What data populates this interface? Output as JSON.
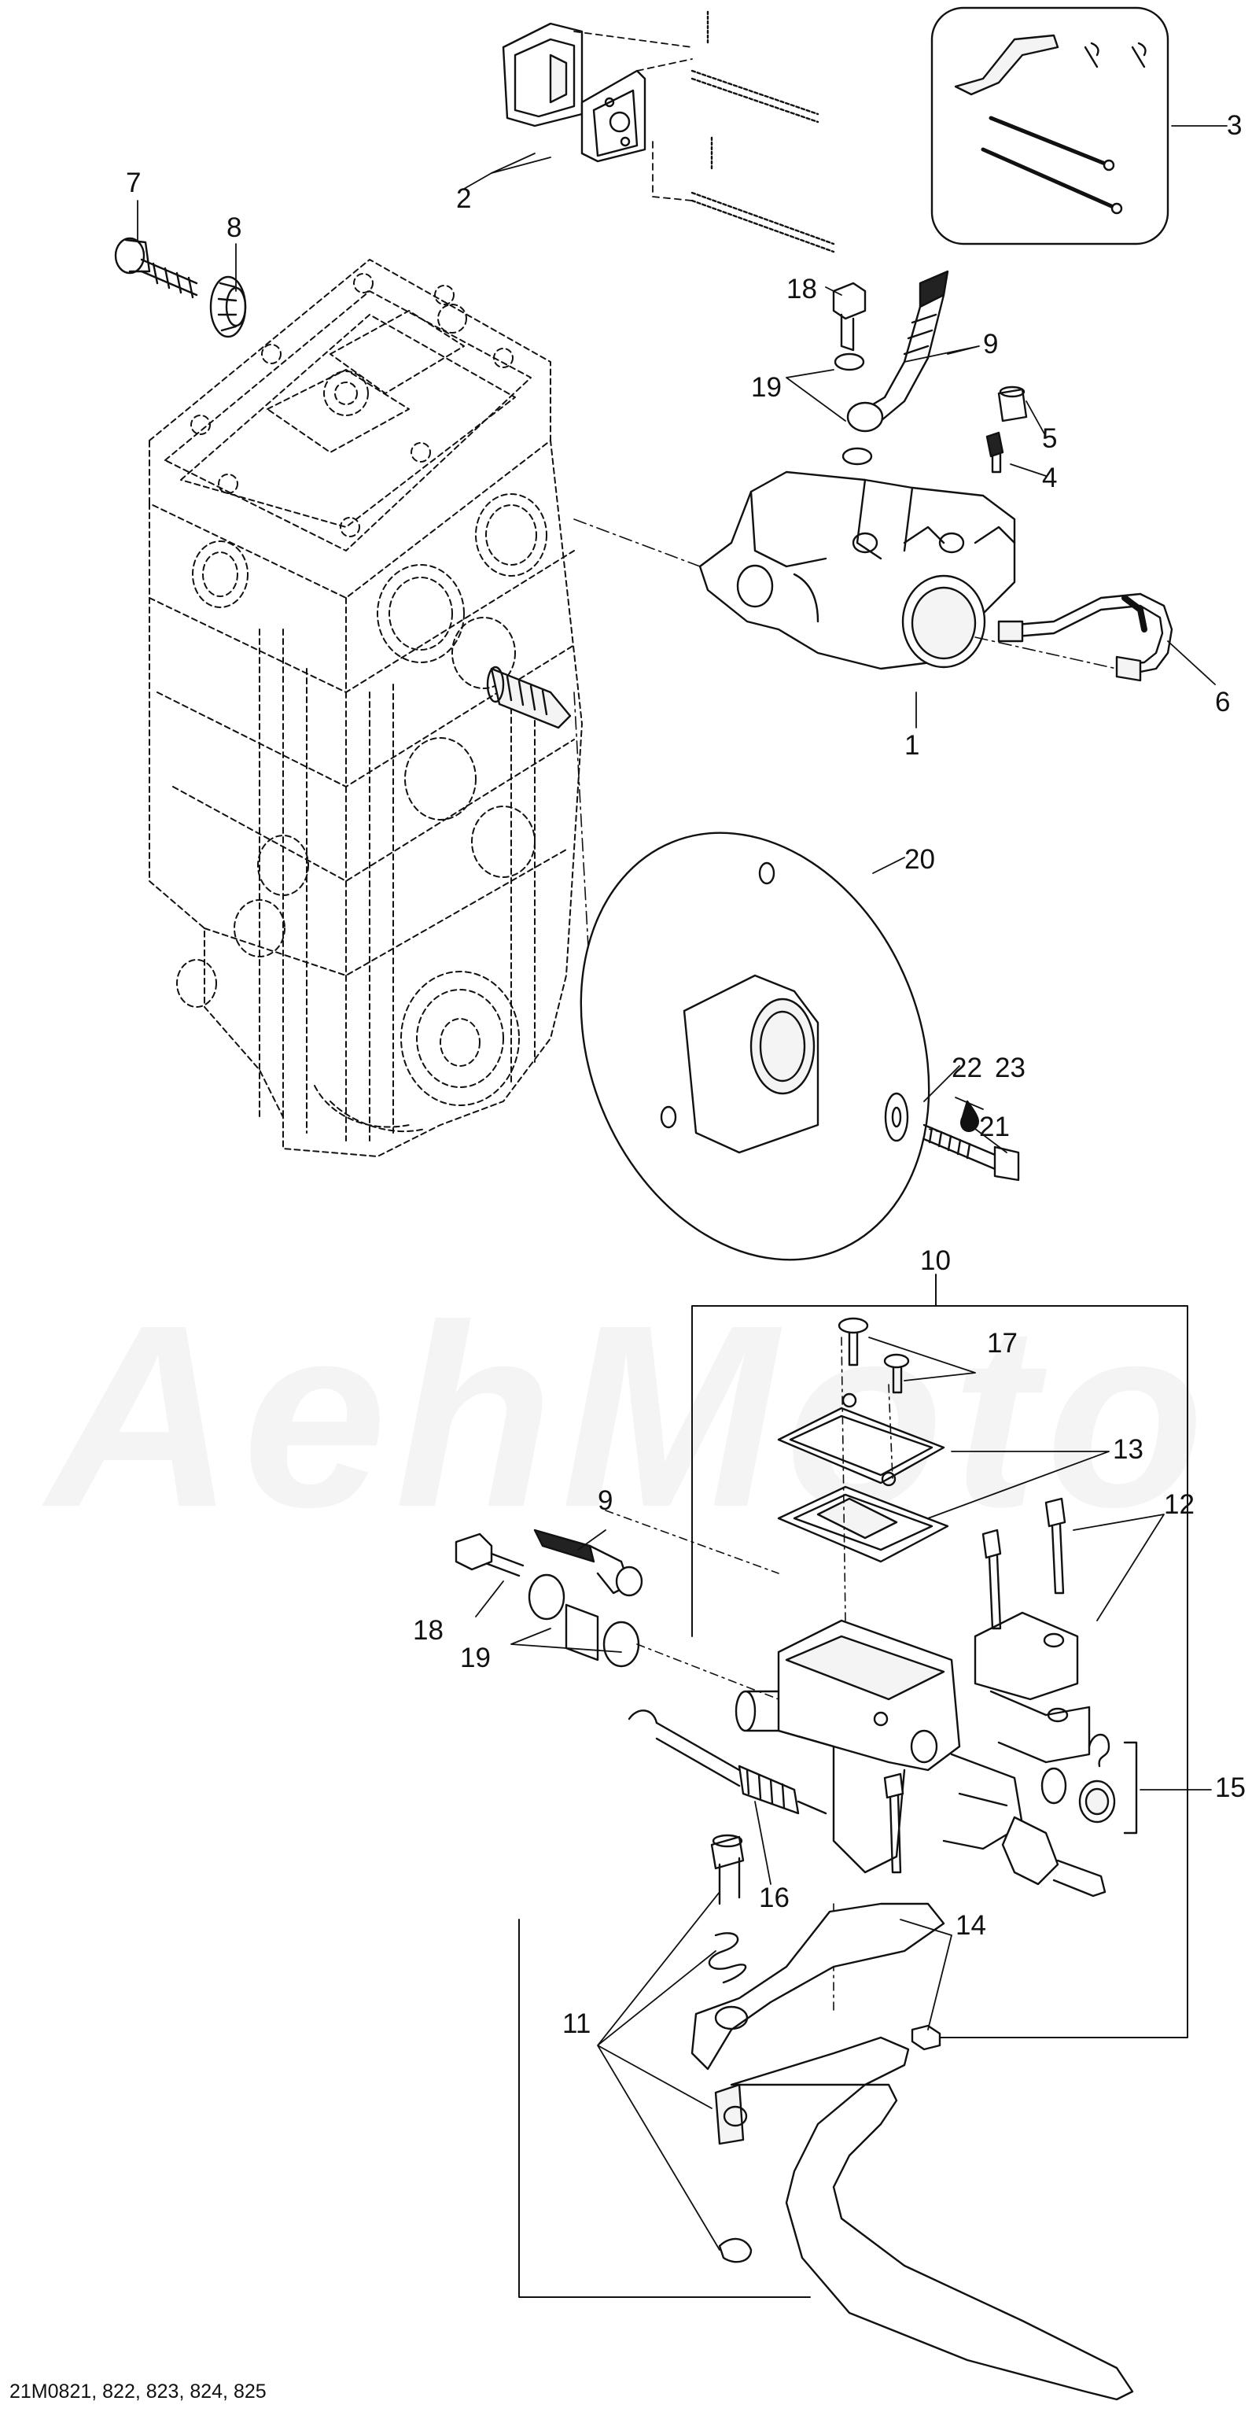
{
  "figure_code": "21M0821, 822, 823, 824, 825",
  "watermark": "AehMoto",
  "callouts": [
    {
      "id": "c1",
      "label": "1"
    },
    {
      "id": "c2",
      "label": "2"
    },
    {
      "id": "c3",
      "label": "3"
    },
    {
      "id": "c4",
      "label": "4"
    },
    {
      "id": "c5",
      "label": "5"
    },
    {
      "id": "c6",
      "label": "6"
    },
    {
      "id": "c7",
      "label": "7"
    },
    {
      "id": "c8",
      "label": "8"
    },
    {
      "id": "c9a",
      "label": "9"
    },
    {
      "id": "c9b",
      "label": "9"
    },
    {
      "id": "c10",
      "label": "10"
    },
    {
      "id": "c11",
      "label": "11"
    },
    {
      "id": "c12",
      "label": "12"
    },
    {
      "id": "c13",
      "label": "13"
    },
    {
      "id": "c14",
      "label": "14"
    },
    {
      "id": "c15",
      "label": "15"
    },
    {
      "id": "c16",
      "label": "16"
    },
    {
      "id": "c17",
      "label": "17"
    },
    {
      "id": "c18a",
      "label": "18"
    },
    {
      "id": "c18b",
      "label": "18"
    },
    {
      "id": "c19a",
      "label": "19"
    },
    {
      "id": "c19b",
      "label": "19"
    },
    {
      "id": "c20",
      "label": "20"
    },
    {
      "id": "c21",
      "label": "21"
    },
    {
      "id": "c22",
      "label": "22"
    },
    {
      "id": "c23",
      "label": "23"
    }
  ],
  "colors": {
    "line": "#111111",
    "part_fill": "#ffffff",
    "part_shade": "#f4f4f4",
    "hidden_line": "#222222"
  }
}
